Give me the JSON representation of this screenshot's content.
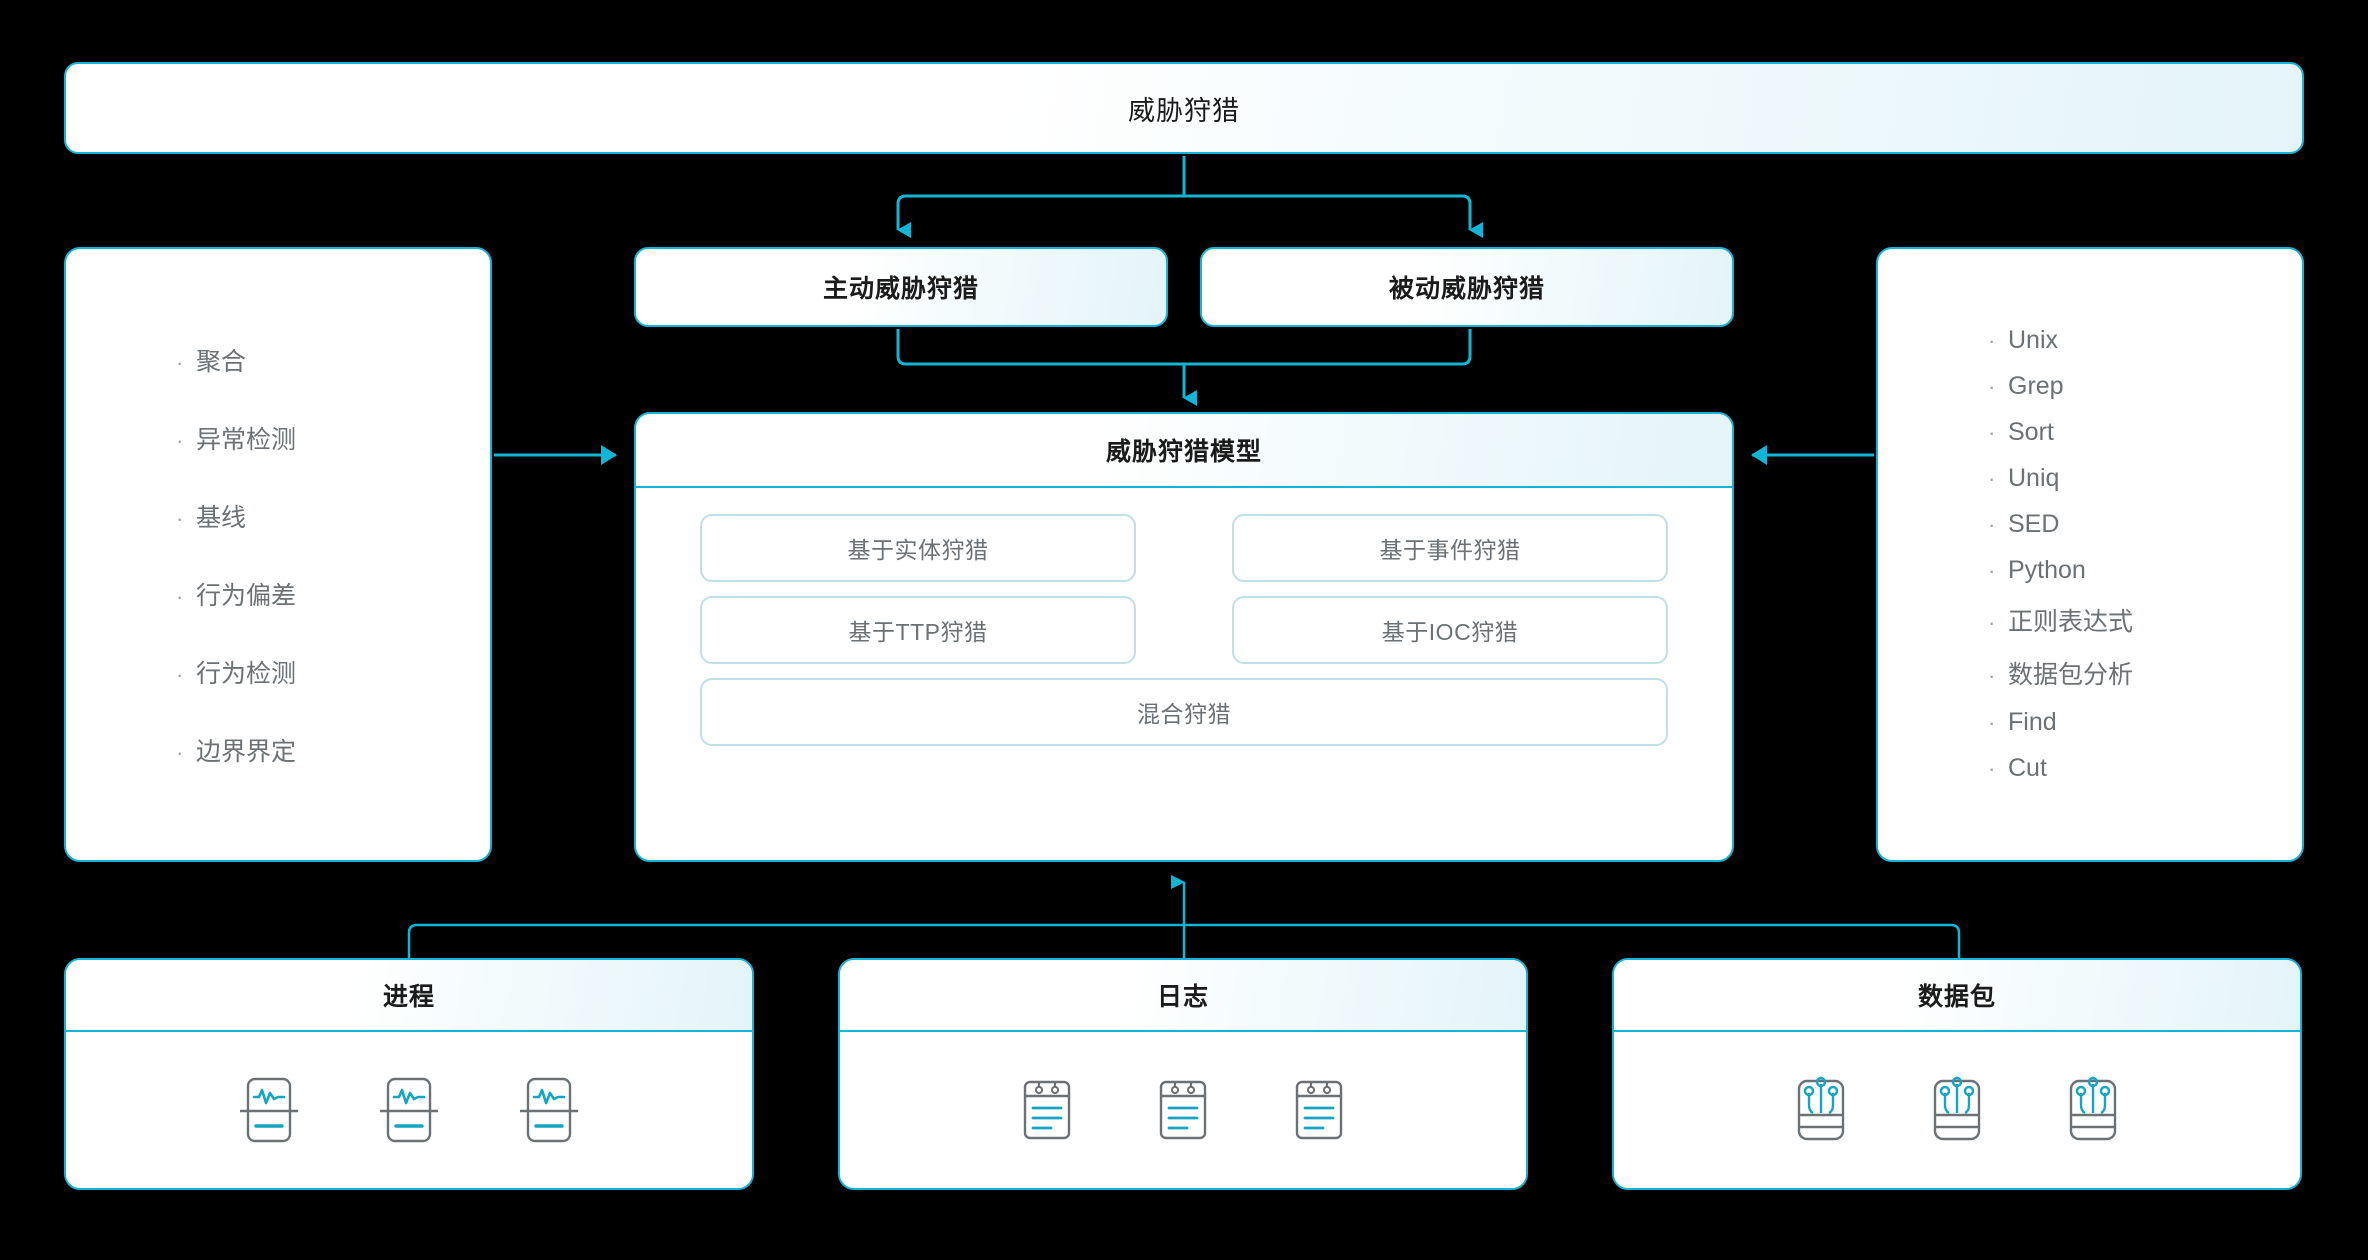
{
  "theme": {
    "background": "#000000",
    "accent": "#12b5d6",
    "panel_bg": "#ffffff",
    "sub_border": "#bfdfe9",
    "text_dark": "#1b1b1b",
    "text_muted": "#6b7174"
  },
  "root": {
    "title": "威胁狩猎"
  },
  "level2": [
    {
      "id": "active",
      "label": "主动威胁狩猎"
    },
    {
      "id": "passive",
      "label": "被动威胁狩猎"
    }
  ],
  "left_panel": {
    "bullet": "·",
    "items": [
      {
        "label": "聚合"
      },
      {
        "label": "异常检测"
      },
      {
        "label": "基线"
      },
      {
        "label": "行为偏差"
      },
      {
        "label": "行为检测"
      },
      {
        "label": "边界界定"
      }
    ]
  },
  "right_panel": {
    "bullet": "·",
    "items": [
      {
        "label": "Unix"
      },
      {
        "label": "Grep"
      },
      {
        "label": "Sort"
      },
      {
        "label": "Uniq"
      },
      {
        "label": "SED"
      },
      {
        "label": "Python"
      },
      {
        "label": "正则表达式"
      },
      {
        "label": "数据包分析"
      },
      {
        "label": "Find"
      },
      {
        "label": "Cut"
      }
    ]
  },
  "model": {
    "title": "威胁狩猎模型",
    "rows": [
      [
        {
          "label": "基于实体狩猎"
        },
        {
          "label": "基于事件狩猎"
        }
      ],
      [
        {
          "label": "基于TTP狩猎"
        },
        {
          "label": "基于IOC狩猎"
        }
      ],
      [
        {
          "label": "混合狩猎"
        }
      ]
    ]
  },
  "sources": [
    {
      "id": "process",
      "title": "进程",
      "icon": "process-monitor-icon",
      "icon_count": 3
    },
    {
      "id": "log",
      "title": "日志",
      "icon": "log-notepad-icon",
      "icon_count": 3
    },
    {
      "id": "packet",
      "title": "数据包",
      "icon": "network-packet-icon",
      "icon_count": 3
    }
  ],
  "connectors": [
    {
      "from": "威胁狩猎",
      "to": "主动威胁狩猎",
      "kind": "arrow-down"
    },
    {
      "from": "威胁狩猎",
      "to": "被动威胁狩猎",
      "kind": "arrow-down"
    },
    {
      "from": "主动威胁狩猎+被动威胁狩猎",
      "to": "威胁狩猎模型",
      "kind": "merge-arrow-down"
    },
    {
      "from": "聚合列表",
      "to": "威胁狩猎模型",
      "kind": "arrow-right"
    },
    {
      "from": "工具列表",
      "to": "威胁狩猎模型",
      "kind": "arrow-left"
    },
    {
      "from": "进程+日志+数据包",
      "to": "威胁狩猎模型",
      "kind": "merge-arrow-up"
    }
  ]
}
